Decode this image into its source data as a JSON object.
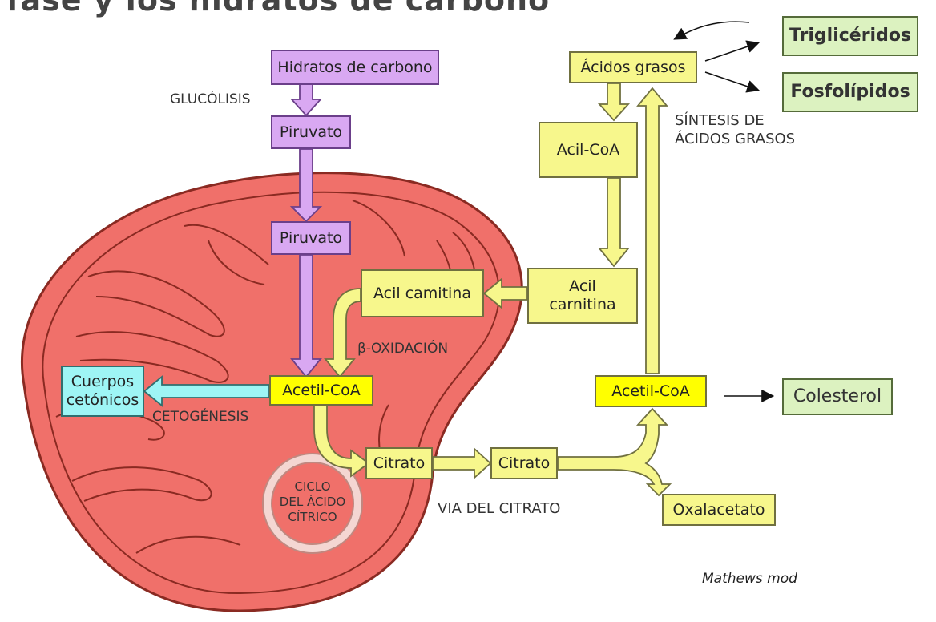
{
  "top_title": "fase y los hidratos de carbono",
  "boxes": {
    "hidratos": "Hidratos de carbono",
    "piruvato1": "Piruvato",
    "piruvato2": "Piruvato",
    "acil_camitina_in": "Acil camitina",
    "acil_carnitina_out": "Acil\ncarnitina",
    "acetil_coa_mito": "Acetil-CoA",
    "cuerpos": "Cuerpos\ncetónicos",
    "citrato_in": "Citrato",
    "citrato_out": "Citrato",
    "acidos_grasos": "Ácidos grasos",
    "acil_coa": "Acil-CoA",
    "acetil_coa_cyto": "Acetil-CoA",
    "oxalacetato": "Oxalacetato",
    "trigliceridos": "Triglicéridos",
    "fosfolipidos": "Fosfolípidos",
    "colesterol": "Colesterol"
  },
  "labels": {
    "glucolisis": "GLUCÓLISIS",
    "beta_oxidacion": "β-OXIDACIÓN",
    "cetogenesis": "CETOGÉNESIS",
    "ciclo": "CICLO\nDEL ÁCIDO\nCÍTRICO",
    "via_citrato": "VIA DEL CITRATO",
    "sintesis": "SÍNTESIS DE\nÁCIDOS GRASOS",
    "credit": "Mathews mod"
  },
  "colors": {
    "mitochondrion_fill": "#f0706a",
    "mitochondrion_stroke": "#8a2a22",
    "purple_box": "#d9a8f2",
    "yellow_box": "#f7f78c",
    "bright_yellow_box": "#ffff00",
    "green_box": "#dcf2c0",
    "cyan_box": "#9ef5f5"
  }
}
